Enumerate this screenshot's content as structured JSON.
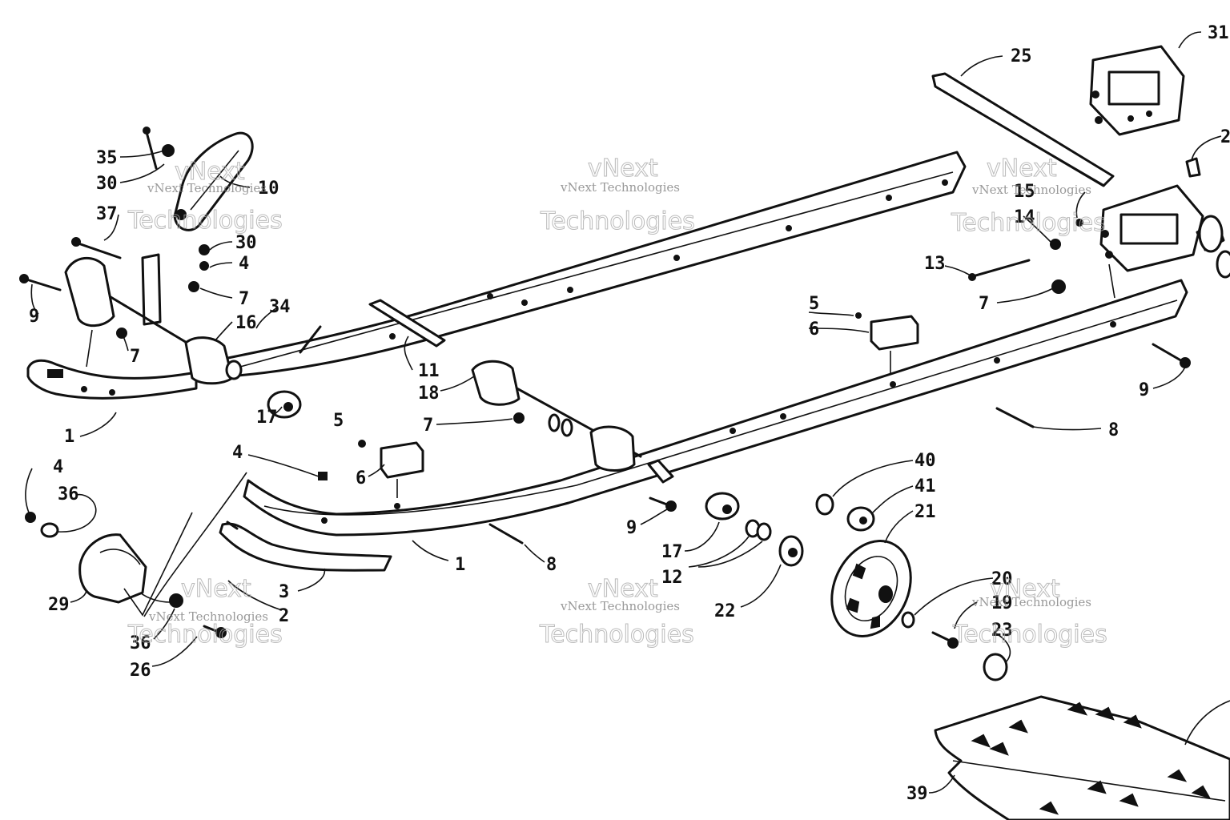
{
  "watermark": {
    "company": "vNext Technologies",
    "word1": "vNext",
    "word2": "Technologies"
  },
  "callouts": {
    "c1a": "1",
    "c1b": "1",
    "c2": "2",
    "c3": "3",
    "c4a": "4",
    "c4b": "4",
    "c4c": "4",
    "c5a": "5",
    "c5b": "5",
    "c6a": "6",
    "c6b": "6",
    "c7a": "7",
    "c7b": "7",
    "c7c": "7",
    "c7d": "7",
    "c8a": "8",
    "c8b": "8",
    "c9a": "9",
    "c9b": "9",
    "c9c": "9",
    "c10": "10",
    "c11": "11",
    "c12": "12",
    "c13": "13",
    "c14": "14",
    "c15": "15",
    "c16": "16",
    "c17a": "17",
    "c17b": "17",
    "c18": "18",
    "c19": "19",
    "c20": "20",
    "c21": "21",
    "c22": "22",
    "c23": "23",
    "c25": "25",
    "c26": "26",
    "c27": "2",
    "c29": "29",
    "c30a": "30",
    "c30b": "30",
    "c31": "31",
    "c34": "34",
    "c35": "35",
    "c36a": "36",
    "c36b": "36",
    "c37": "37",
    "c39": "39",
    "c40": "40",
    "c41": "41"
  }
}
